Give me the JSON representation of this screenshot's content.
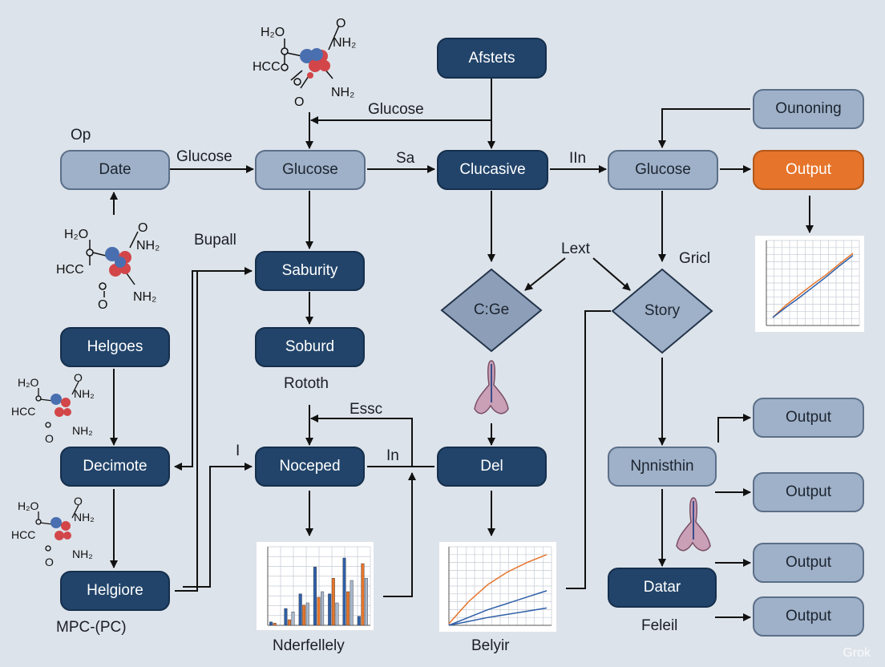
{
  "nodes": {
    "afstets": "Afstets",
    "ounoning": "Ounoning",
    "date": "Date",
    "glucose_1": "Glucose",
    "clucasive": "Clucasive",
    "glucose_2": "Glucose",
    "output_orange": "Output",
    "saburity": "Saburity",
    "helgoes": "Helgoes",
    "soburd": "Soburd",
    "cge": "C:Ge",
    "story": "Story",
    "decimote": "Decimote",
    "noceped": "Noceped",
    "del": "Del",
    "nynisthin": "Nɲnisthin",
    "output_1": "Output",
    "output_2": "Output",
    "output_3": "Output",
    "output_4": "Output",
    "helgiore": "Helgiore",
    "datar": "Datar"
  },
  "labels": {
    "op": "Op",
    "glucose_top": "Glucose",
    "glucose_left": "Glucose",
    "sa": "Sa",
    "iin": "IIn",
    "bupall": "Bupall",
    "lext": "Lext",
    "gricl": "Gricl",
    "rototh": "Rototh",
    "essc": "Essc",
    "i_mark": "I",
    "in_mark": "In",
    "mpc": "MPC-(PC)",
    "nderfellely": "Nderfellely",
    "belyir": "Belyir",
    "feleil": "Feleil"
  },
  "molecule": {
    "h2o": "H₂O",
    "nh2": "NH₂",
    "hcc": "HCC",
    "o": "O"
  },
  "watermark": "Grok",
  "colors": {
    "background": "#dde3ea",
    "dark_node": "#22446a",
    "light_node": "#9fb1c8",
    "orange_node": "#e6742a",
    "series_orange": "#e6742a",
    "series_blue": "#2e5fa8",
    "atom_blue": "#4a6fb0",
    "atom_red": "#d2464a"
  },
  "chart_data": [
    {
      "type": "line",
      "series": [
        {
          "values": [
            0,
            18,
            33,
            48,
            62,
            78,
            93
          ]
        },
        {
          "values": [
            0,
            15,
            29,
            44,
            59,
            75,
            90
          ]
        }
      ],
      "x": [
        0,
        1,
        2,
        3,
        4,
        5,
        6
      ],
      "grid": true
    },
    {
      "type": "bar",
      "categories": [
        "1",
        "2",
        "3",
        "4",
        "5",
        "6",
        "7"
      ],
      "series": [
        {
          "values": [
            3,
            15,
            28,
            52,
            28,
            60,
            8
          ]
        },
        {
          "values": [
            2,
            5,
            18,
            25,
            42,
            30,
            55
          ]
        },
        {
          "values": [
            0,
            12,
            20,
            30,
            20,
            40,
            42
          ]
        }
      ],
      "ylim": [
        0,
        70
      ],
      "grid": true
    },
    {
      "type": "line",
      "series": [
        {
          "values": [
            2,
            30,
            52,
            68,
            80,
            90
          ]
        },
        {
          "values": [
            0,
            10,
            20,
            28,
            36,
            44
          ]
        },
        {
          "values": [
            0,
            5,
            10,
            14,
            18,
            22
          ]
        }
      ],
      "x": [
        0,
        1,
        2,
        3,
        4,
        5
      ],
      "ylim": [
        0,
        100
      ],
      "grid": true
    }
  ]
}
